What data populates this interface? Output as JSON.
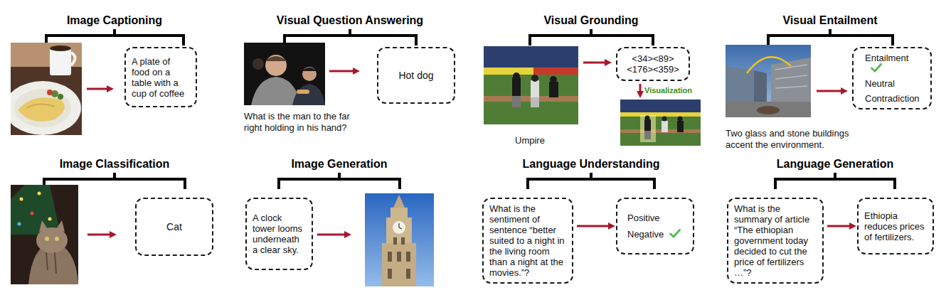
{
  "diagram": {
    "nodes": [
      {
        "text": [
          "A plate of food on a table with a cup of coffee"
        ]
      },
      {
        "text": [
          "Hot dog"
        ]
      },
      {
        "text": [
          "<34><89> <176><359>"
        ]
      },
      {
        "text": [
          "Entailment",
          "Neutral",
          "Contradiction"
        ]
      },
      {
        "text": [
          "Cat"
        ]
      },
      {
        "text": [
          "A clock tower looms underneath a clear sky."
        ]
      },
      {
        "text": [
          "What is the sentiment of sentence “better suited to a night in the living room than a night at the movies.”?"
        ]
      },
      {
        "text": [
          "Positive",
          "Negative"
        ]
      },
      {
        "text": [
          "What is the summary of article “The ethiopian government today decided to cut the price of fertilizers …”?"
        ]
      },
      {
        "text": [
          "Ethiopia reduces prices of fertilizers."
        ]
      }
    ],
    "edges": [
      {
        "from": 6,
        "to": 7,
        "arrow": "to"
      },
      {
        "from": 8,
        "to": 9,
        "arrow": "to"
      }
    ],
    "labels": [
      "Image Captioning",
      "Visual Question Answering",
      "Visual Grounding",
      "Visual Entailment",
      "What is the man to the far right holding in his hand?",
      "Visualization",
      "Umpire",
      "Two glass and stone buildings accent the environment.",
      "Image Classification",
      "Image Generation",
      "Language Understanding",
      "Language Generation"
    ]
  }
}
